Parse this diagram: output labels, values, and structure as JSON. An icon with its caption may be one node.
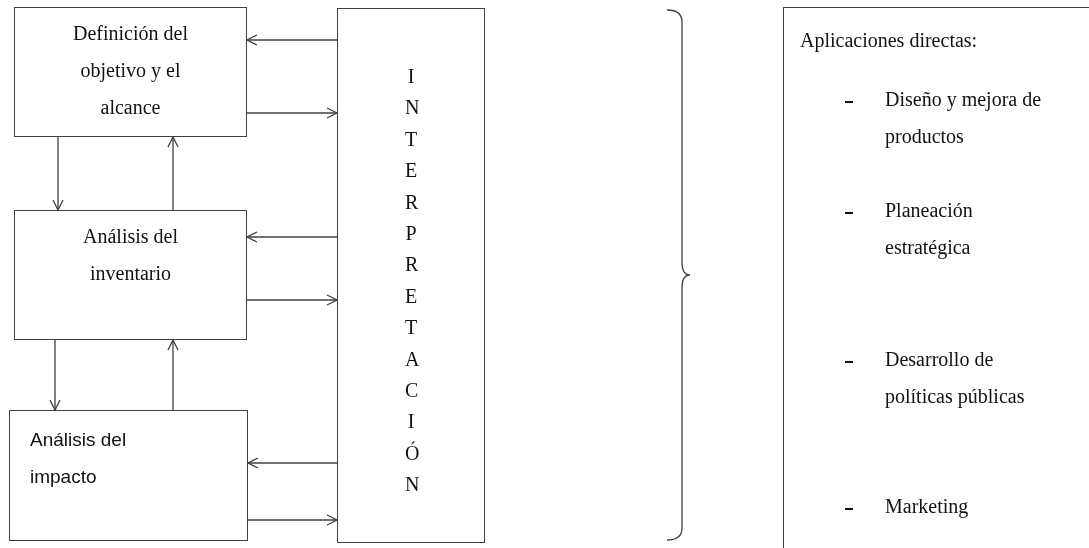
{
  "diagram": {
    "nodes": [
      {
        "text": [
          "Definición del objetivo y el alcance"
        ]
      },
      {
        "text": [
          "Análisis del inventario"
        ]
      },
      {
        "text": [
          "Análisis del impacto"
        ]
      },
      {
        "text": [
          "INTERPRETACIÓN"
        ]
      },
      {
        "text": [
          "Aplicaciones directas:",
          "Diseño y mejora de productos",
          "Planeación estratégica",
          "Desarrollo de políticas públicas",
          "Marketing"
        ]
      }
    ],
    "edges": [
      {
        "from": 3,
        "to": 0,
        "arrow": "to"
      },
      {
        "from": 0,
        "to": 3,
        "arrow": "to"
      },
      {
        "from": 0,
        "to": 1,
        "arrow": "to"
      },
      {
        "from": 1,
        "to": 0,
        "arrow": "to"
      },
      {
        "from": 3,
        "to": 1,
        "arrow": "to"
      },
      {
        "from": 1,
        "to": 3,
        "arrow": "to"
      },
      {
        "from": 1,
        "to": 2,
        "arrow": "to"
      },
      {
        "from": 2,
        "to": 1,
        "arrow": "to"
      },
      {
        "from": 3,
        "to": 2,
        "arrow": "to"
      },
      {
        "from": 2,
        "to": 3,
        "arrow": "to"
      }
    ]
  }
}
